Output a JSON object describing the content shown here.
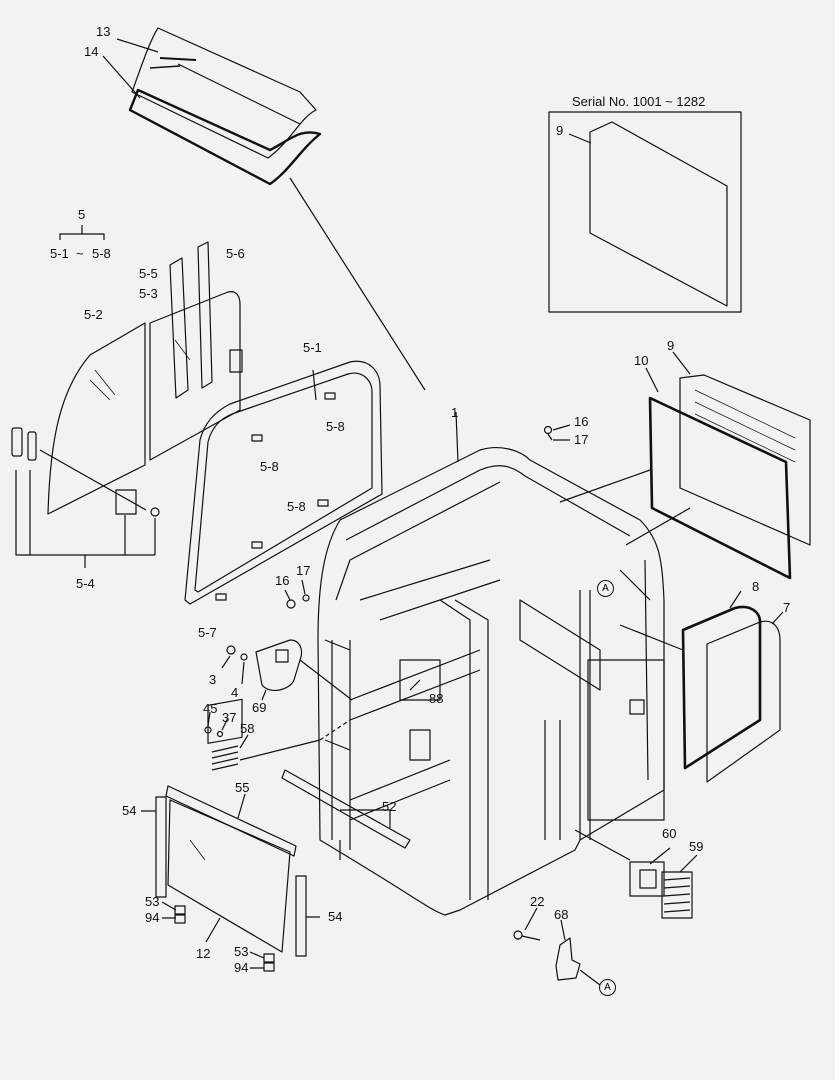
{
  "inset": {
    "title": "Serial No. 1001 ~ 1282",
    "part": "9"
  },
  "group5": {
    "top": "5",
    "range_start": "5-1",
    "range_sep": "~",
    "range_end": "5-8"
  },
  "labels": {
    "l13": "13",
    "l14": "14",
    "l5_5": "5-5",
    "l5_6": "5-6",
    "l5_3": "5-3",
    "l5_2": "5-2",
    "l5_1": "5-1",
    "l5_8a": "5-8",
    "l5_8b": "5-8",
    "l5_8c": "5-8",
    "l5_4": "5-4",
    "l5_7": "5-7",
    "l1": "1",
    "l16a": "16",
    "l17a": "17",
    "l16b": "16",
    "l17b": "17",
    "l10": "10",
    "l9": "9",
    "l8": "8",
    "l7": "7",
    "l3": "3",
    "l4": "4",
    "l69": "69",
    "l45": "45",
    "l37": "37",
    "l58": "58",
    "l88": "88",
    "l54a": "54",
    "l55": "55",
    "l52": "52",
    "l53a": "53",
    "l94a": "94",
    "l12": "12",
    "l53b": "53",
    "l94b": "94",
    "l54b": "54",
    "l60": "60",
    "l59": "59",
    "l22": "22",
    "l68": "68",
    "refA1": "A",
    "refA2": "A"
  }
}
